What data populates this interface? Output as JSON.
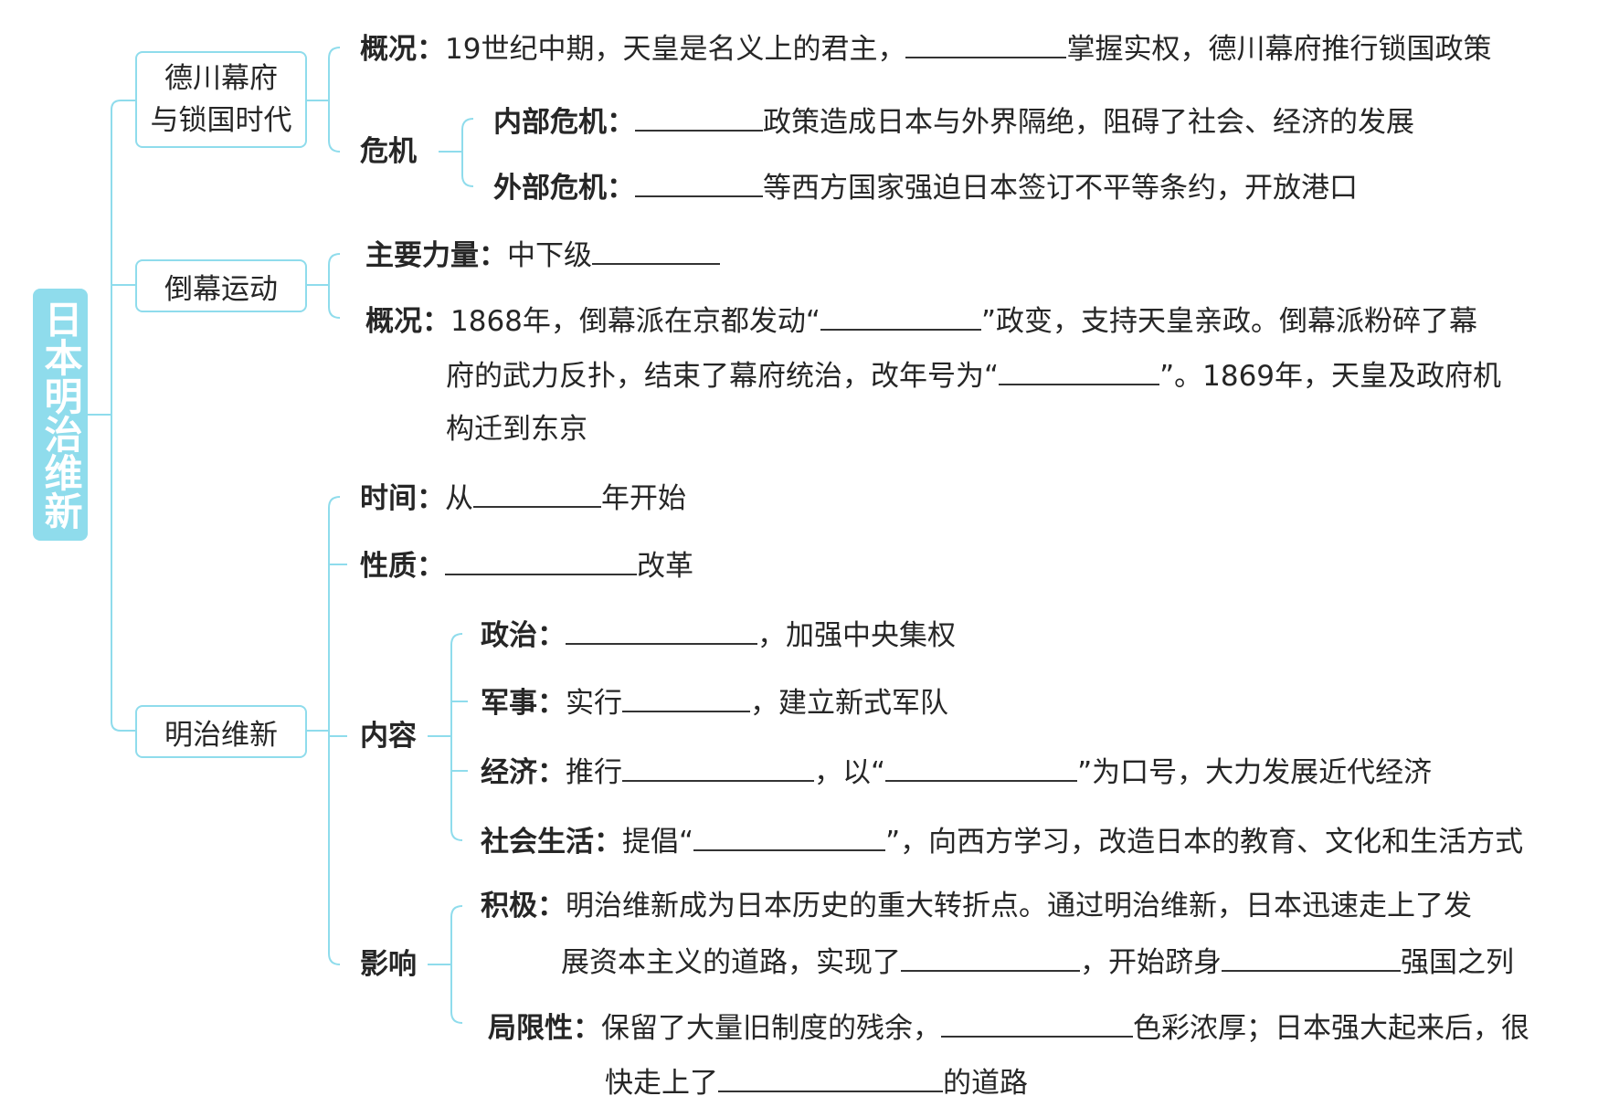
{
  "root": {
    "title": "日本明治维新"
  },
  "boxes": {
    "b1_line1": "德川幕府",
    "b1_line2": "与锁国时代",
    "b2": "倒幕运动",
    "b3": "明治维新"
  },
  "section1": {
    "overview_label": "概况：",
    "overview_pre": "19世纪中期，天皇是名义上的君主，",
    "overview_post": "掌握实权，德川幕府推行锁国政策",
    "crisis_label": "危机",
    "internal_label": "内部危机：",
    "internal_post": "政策造成日本与外界隔绝，阻碍了社会、经济的发展",
    "external_label": "外部危机：",
    "external_post": "等西方国家强迫日本签订不平等条约，开放港口"
  },
  "section2": {
    "force_label": "主要力量：",
    "force_pre": "中下级",
    "overview_label": "概况：",
    "ov1_pre": "1868年，倒幕派在京都发动“",
    "ov1_post": "”政变，支持天皇亲政。倒幕派粉碎了幕",
    "ov2_pre": "府的武力反扑，结束了幕府统治，改年号为“",
    "ov2_post": "”。1869年，天皇及政府机",
    "ov3": "构迁到东京"
  },
  "section3": {
    "time_label": "时间：",
    "time_pre": "从",
    "time_post": "年开始",
    "nature_label": "性质：",
    "nature_post": "改革",
    "content_label": "内容",
    "politics_label": "政治：",
    "politics_post": "，加强中央集权",
    "military_label": "军事：",
    "military_pre": "实行",
    "military_post": "，建立新式军队",
    "economy_label": "经济：",
    "economy_pre": "推行",
    "economy_mid": "，以“",
    "economy_post": "”为口号，大力发展近代经济",
    "social_label": "社会生活：",
    "social_pre": "提倡“",
    "social_post": "”，向西方学习，改造日本的教育、文化和生活方式",
    "impact_label": "影响",
    "positive_label": "积极：",
    "positive_1": "明治维新成为日本历史的重大转折点。通过明治维新，日本迅速走上了发",
    "positive_2_pre": "展资本主义的道路，实现了",
    "positive_2_mid": "，开始跻身",
    "positive_2_post": "强国之列",
    "limit_label": "局限性：",
    "limit_1_pre": "保留了大量旧制度的残余，",
    "limit_1_post": "色彩浓厚；日本强大起来后，很",
    "limit_2_pre": "快走上了",
    "limit_2_post": "的道路"
  },
  "colors": {
    "accent": "#8fdcec",
    "text": "#262626"
  }
}
